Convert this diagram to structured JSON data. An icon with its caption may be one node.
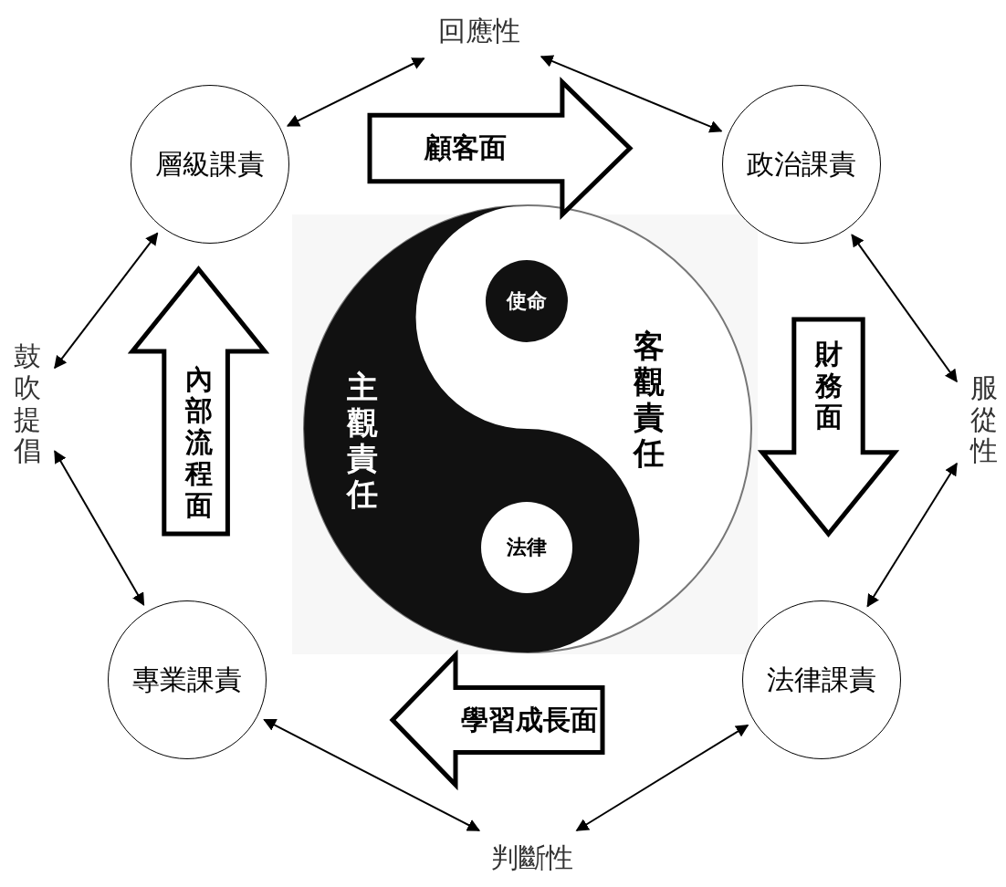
{
  "diagram": {
    "nodes": [
      {
        "text": [
          "回應性"
        ]
      },
      {
        "text": [
          "層級課責"
        ]
      },
      {
        "text": [
          "顧客面"
        ]
      },
      {
        "text": [
          "政治課責"
        ]
      },
      {
        "text": [
          "使命"
        ]
      },
      {
        "text": [
          "鼓吹提倡"
        ]
      },
      {
        "text": [
          "內部流程面"
        ]
      },
      {
        "text": [
          "財務面"
        ]
      },
      {
        "text": [
          "服從性"
        ]
      },
      {
        "text": [
          "法律"
        ]
      },
      {
        "text": [
          "專業課責"
        ]
      },
      {
        "text": [
          "學習成長面"
        ]
      },
      {
        "text": [
          "法律課責"
        ]
      },
      {
        "text": [
          "判斷性"
        ]
      }
    ],
    "edges": [
      {
        "from": 1,
        "to": 0,
        "arrow": "both"
      },
      {
        "from": 0,
        "to": 3,
        "arrow": "both"
      },
      {
        "from": 3,
        "to": 8,
        "arrow": "both"
      },
      {
        "from": 8,
        "to": 12,
        "arrow": "both"
      },
      {
        "from": 12,
        "to": 13,
        "arrow": "both"
      },
      {
        "from": 13,
        "to": 10,
        "arrow": "both"
      },
      {
        "from": 10,
        "to": 5,
        "arrow": "both"
      },
      {
        "from": 5,
        "to": 1,
        "arrow": "both"
      }
    ],
    "labels": [
      "客觀責任",
      "主觀責任"
    ]
  }
}
